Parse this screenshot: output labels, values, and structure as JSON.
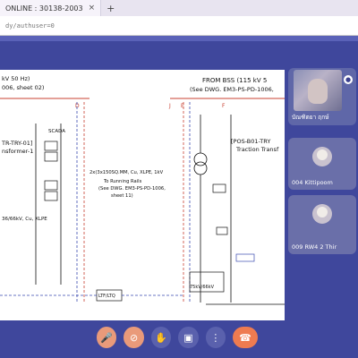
{
  "browser": {
    "tab_title": "ONLINE : 30138-2003",
    "tab_close": "×",
    "new_tab": "+",
    "url": "dy/authuser=0"
  },
  "diagram": {
    "header_left_1": "kV 50 Hz)",
    "header_left_2": "006, sheet 02)",
    "header_right_1": "FROM BSS (115 kV 5",
    "header_right_2": "(See DWG. EM3-PS-PD-1006,",
    "left_block_title": "TR-TRY-01]",
    "left_block_sub": "nsformer-1",
    "center_cable_1": "2x(3x150SQ.MM, Cu, XLPE, 1kV",
    "center_cable_2": "To Running Rails",
    "center_cable_3": "(See DWG. EM3-PS-PD-1006,",
    "center_cable_4": "sheet 11)",
    "right_block_title": "[POS-B01-TRY",
    "right_block_sub": "Traction Transf",
    "left_cable": "36/66kV, Cu, XLPE",
    "bottom_box": "LTF/LTQ",
    "bottom_right_box": "75kV/66kV",
    "label_j": "J",
    "label_e": "E",
    "label_d": "D",
    "label_f": "F",
    "label_scada": "SCADA"
  },
  "participants": [
    {
      "name": "บัณฑิตยา ฤกษ์",
      "mic": "on"
    },
    {
      "name": "004 Kittipoom"
    },
    {
      "name": "009 RW4 2 Thir"
    }
  ],
  "controls": {
    "mic_icon": "🎤",
    "cam_icon": "⊘",
    "hand_icon": "✋",
    "present_icon": "▣",
    "more_icon": "⋮",
    "end_icon": "☎"
  }
}
